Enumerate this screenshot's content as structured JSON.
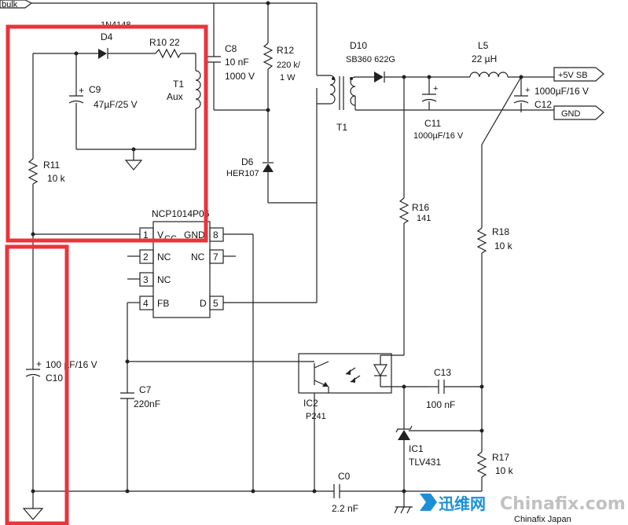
{
  "header_label": "bulk",
  "ic_part": "NCP1014P06",
  "d4_top_label": "1N4148",
  "components": {
    "d4": "D4",
    "r10": "R10  22",
    "c9_name": "C9",
    "c9_value": "47µF/25 V",
    "t1_name": "T1",
    "t1_sub": "Aux",
    "r11_name": "R11",
    "r11_value": "10 k",
    "c8_name": "C8",
    "c8_value1": "10 nF",
    "c8_value2": "1000 V",
    "r12_name": "R12",
    "r12_value1": "220 k/",
    "r12_value2": "1 W",
    "d6_name": "D6",
    "d6_value": "HER107",
    "d10_name": "D10",
    "d10_value": "SB360  622G",
    "t1_main": "T1",
    "l5_name": "L5",
    "l5_value": "22 µH",
    "c11_name": "C11",
    "c11_value": "1000µF/16 V",
    "c12_value": "1000µF/16 V",
    "c12_name": "C12",
    "r16_name": "R16",
    "r16_value": "141",
    "r18_name": "R18",
    "r18_value": "10 k",
    "c10_value": "100 µF/16 V",
    "c10_name": "C10",
    "c7_name": "C7",
    "c7_value": "220nF",
    "ic2_name": "IC2",
    "ic2_value": "P241",
    "c13_name": "C13",
    "c13_value": "100 nF",
    "ic1_name": "IC1",
    "ic1_value": "TLV431",
    "r17_name": "R17",
    "r17_value": "10 k",
    "c0_name": "C0",
    "c0_value": "2.2 nF"
  },
  "outputs": {
    "plus5": "+5V SB",
    "gnd": "GND"
  },
  "pins": {
    "p1": "1",
    "p2": "2",
    "p3": "3",
    "p4": "4",
    "p5": "5",
    "p7": "7",
    "p8": "8",
    "vcc": "V",
    "vcc_sub": "CC",
    "gnd": "GND",
    "nc_left2": "NC",
    "nc_left3": "NC",
    "nc_right7": "NC",
    "fb": "FB",
    "d": "D"
  },
  "watermark": {
    "cn": "迅维网",
    "en": "Chinafix.com",
    "faint": "Chinafix Japan"
  },
  "colors": {
    "highlight": "#e8353b",
    "watermark_blue": "#1e8fd6"
  }
}
